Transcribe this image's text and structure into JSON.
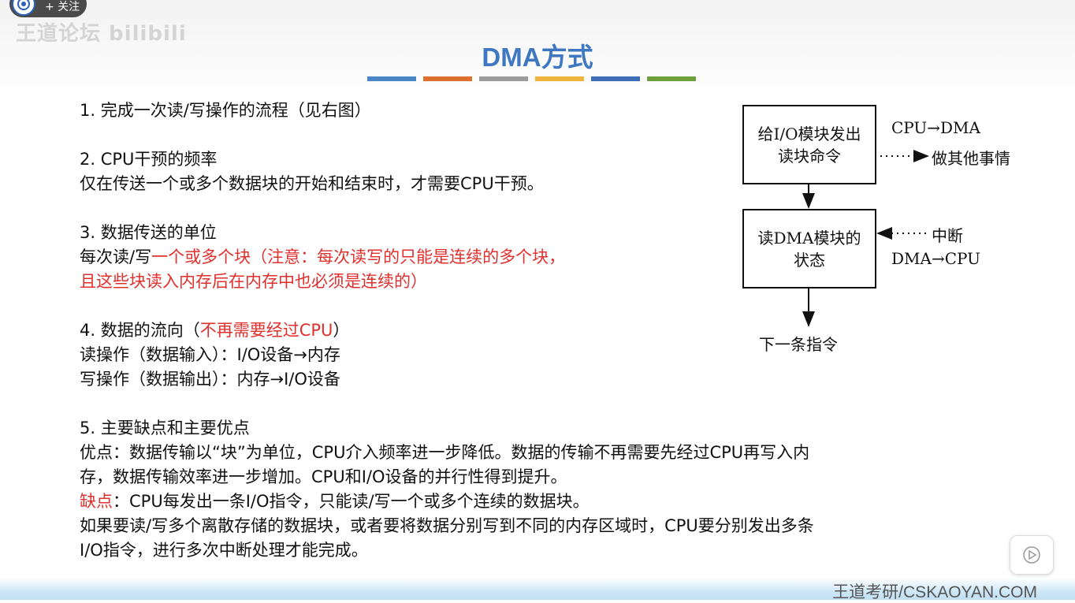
{
  "overlay": {
    "follow_label": "+ 关注",
    "watermark": "王道论坛 bilibili"
  },
  "slide": {
    "title": "DMA方式",
    "accent_bars": [
      "#4a86c5",
      "#dd6f2e",
      "#9b9b9b",
      "#efb43c",
      "#3e6cb5",
      "#6f9e3d"
    ],
    "sections": [
      {
        "heading": "1. 完成一次读/写操作的流程（见右图）"
      },
      {
        "heading": "2. CPU干预的频率",
        "line1": "仅在传送一个或多个数据块的开始和结束时，才需要CPU干预。"
      },
      {
        "heading": "3. 数据传送的单位",
        "line1_prefix": "每次读/写",
        "line1_red": "一个或多个块（注意：每次读写的只能是连续的多个块，",
        "line2_red": "且这些块读入内存后在内存中也必须是连续的）"
      },
      {
        "heading_prefix": "4. 数据的流向（",
        "heading_red": "不再需要经过CPU",
        "heading_suffix": "）",
        "line1": "读操作（数据输入）：I/O设备→内存",
        "line2": "写操作（数据输出）：内存→I/O设备"
      },
      {
        "heading": "5. 主要缺点和主要优点",
        "adv_line1": "优点：数据传输以“块”为单位，CPU介入频率进一步降低。数据的传输不再需要先经过CPU再写入内",
        "adv_line2": "存，数据传输效率进一步增加。CPU和I/O设备的并行性得到提升。",
        "dis_label": "缺点",
        "dis_text": "：CPU每发出一条I/O指令，只能读/写一个或多个连续的数据块。",
        "dis_line2": "如果要读/写多个离散存储的数据块，或者要将数据分别写到不同的内存区域时，CPU要分别发出多条",
        "dis_line3": "I/O指令，进行多次中断处理才能完成。"
      }
    ],
    "diagram": {
      "box1_line1": "给I/O模块发出",
      "box1_line2": "读块命令",
      "box2_line1": "读DMA模块的",
      "box2_line2": "状态",
      "label_cpu_dma": "CPU→DMA",
      "label_other": "做其他事情",
      "label_interrupt": "中断",
      "label_dma_cpu": "DMA→CPU",
      "label_next": "下一条指令"
    },
    "footer_brand": "王道考研/CSKAOYAN.COM"
  }
}
